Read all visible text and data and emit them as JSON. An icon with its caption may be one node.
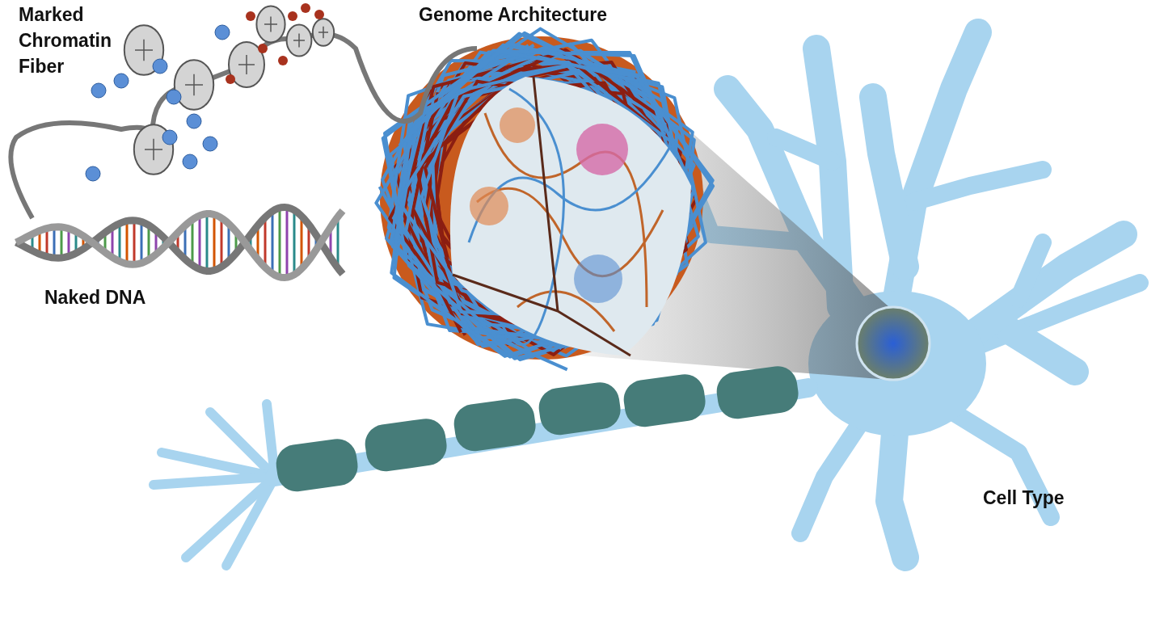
{
  "diagram": {
    "labels": [
      "Marked Chromatin Fiber",
      "Genome Architecture",
      "Naked DNA",
      "Cell Type"
    ]
  }
}
